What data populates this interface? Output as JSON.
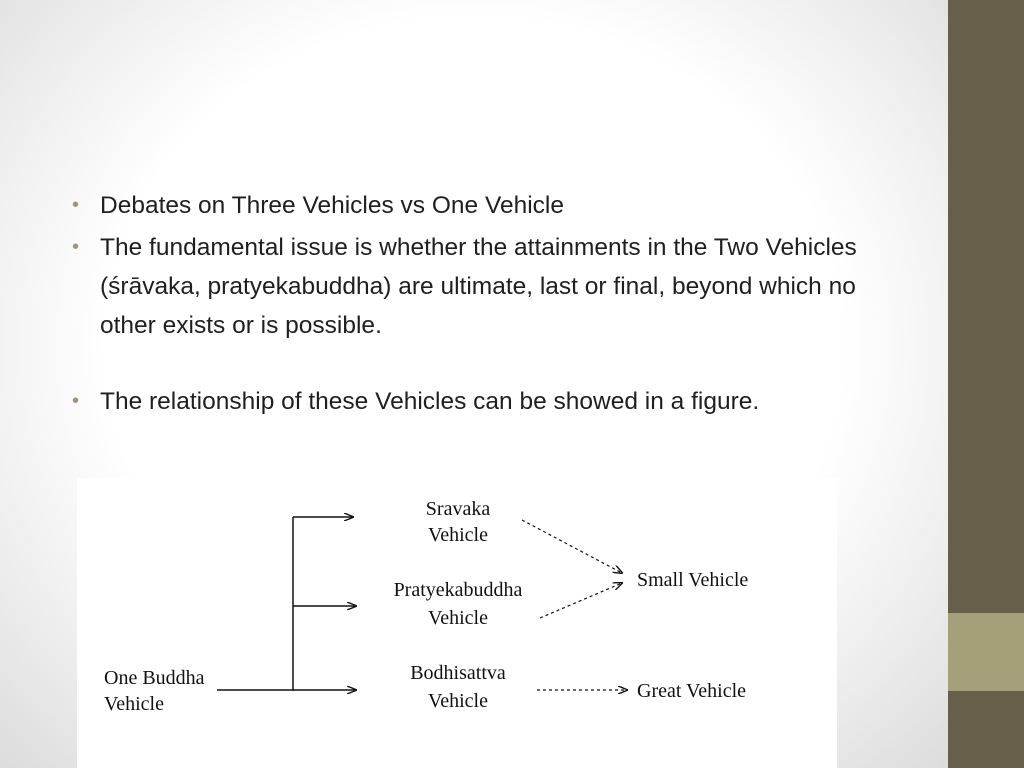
{
  "bullets": [
    "Debates on Three Vehicles vs One Vehicle",
    "The fundamental issue is whether the attainments in the Two Vehicles (śrāvaka, pratyekabuddha) are ultimate, last or final, beyond which no other exists or is possible.",
    "The relationship of these Vehicles can be showed in a figure."
  ],
  "figure": {
    "one_buddha": [
      "One Buddha",
      "Vehicle"
    ],
    "sravaka": [
      "Sravaka",
      "Vehicle"
    ],
    "pratyeka": [
      "Pratyekabuddha",
      "Vehicle"
    ],
    "bodhisattva": [
      "Bodhisattva",
      "Vehicle"
    ],
    "small": "Small Vehicle",
    "great": "Great Vehicle"
  },
  "colors": {
    "sidebar": "#675f4a",
    "sidebar_accent": "#a6a07a",
    "bullet_dot": "#9c977a"
  }
}
